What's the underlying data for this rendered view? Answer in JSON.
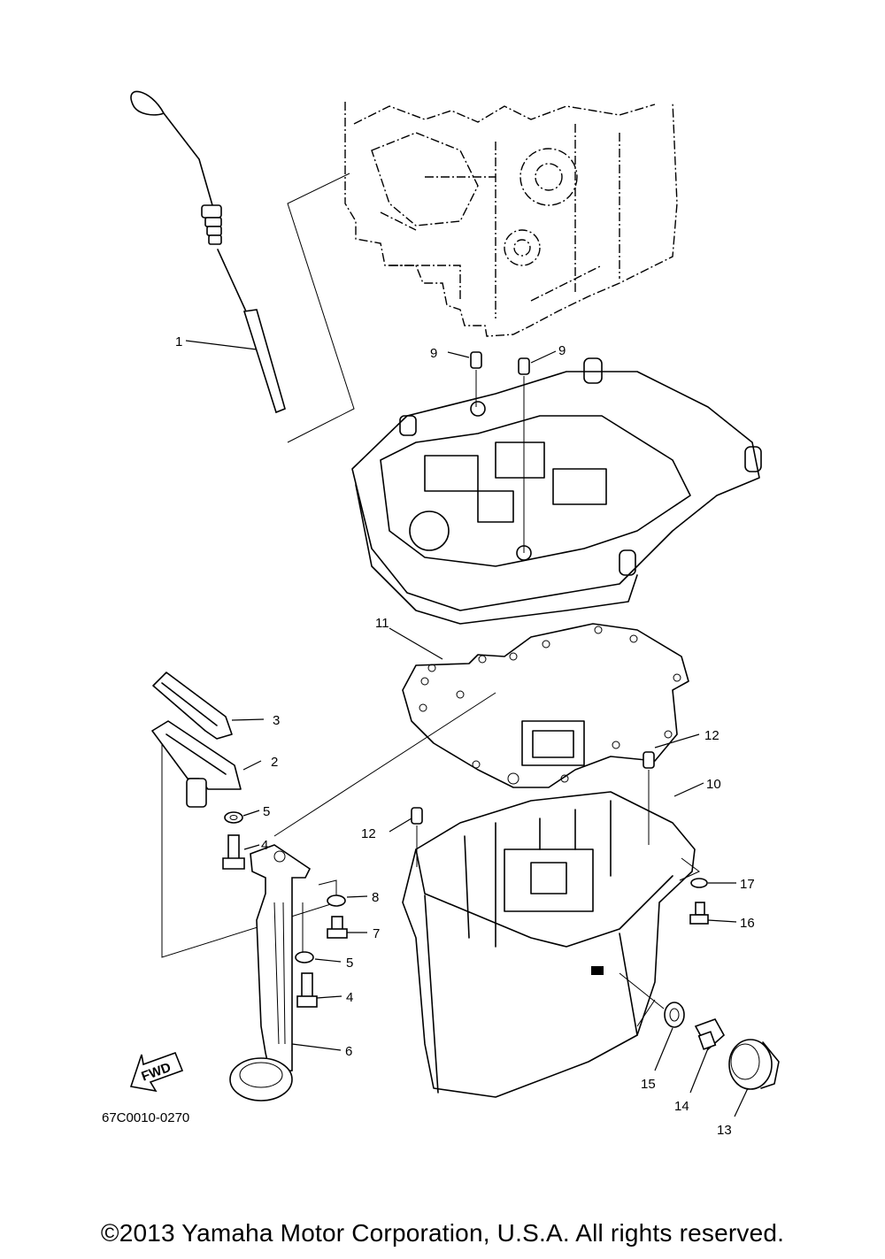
{
  "callouts": {
    "c1": "1",
    "c2": "2",
    "c3": "3",
    "c4a": "4",
    "c4b": "4",
    "c5a": "5",
    "c5b": "5",
    "c6": "6",
    "c7": "7",
    "c8": "8",
    "c9a": "9",
    "c9b": "9",
    "c10": "10",
    "c11": "11",
    "c12a": "12",
    "c12b": "12",
    "c13": "13",
    "c14": "14",
    "c15": "15",
    "c16": "16",
    "c17": "17"
  },
  "fwd_label": "FWD",
  "diagram_code": "67C0010-0270",
  "copyright": "©2013 Yamaha Motor Corporation, U.S.A. All rights reserved."
}
